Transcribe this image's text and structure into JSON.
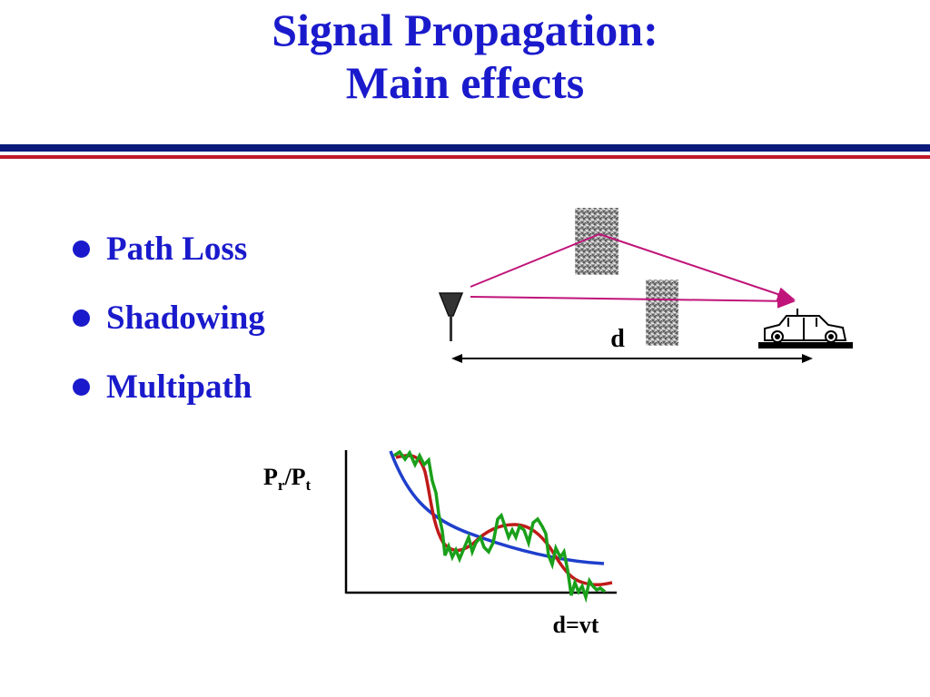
{
  "title": {
    "line1": "Signal Propagation:",
    "line2": "Main effects"
  },
  "bullets": [
    {
      "label": "Path Loss"
    },
    {
      "label": "Shadowing"
    },
    {
      "label": "Multipath"
    }
  ],
  "diagram": {
    "distance_label": "d",
    "icons": [
      "antenna-icon",
      "building-icon",
      "car-icon"
    ]
  },
  "plot": {
    "ylabel_main": "P",
    "ylabel_sub1": "r",
    "ylabel_mid": "/P",
    "ylabel_sub2": "t",
    "xlabel": "d=vt",
    "legend_colors": {
      "path_loss": "#1f3fcc",
      "shadowing": "#c01a1a",
      "multipath": "#1aa01a"
    }
  },
  "colors": {
    "title": "#1a1acc",
    "rule_navy": "#0b1a7a",
    "rule_red": "#c01a2a",
    "ray": "#c0147a"
  }
}
